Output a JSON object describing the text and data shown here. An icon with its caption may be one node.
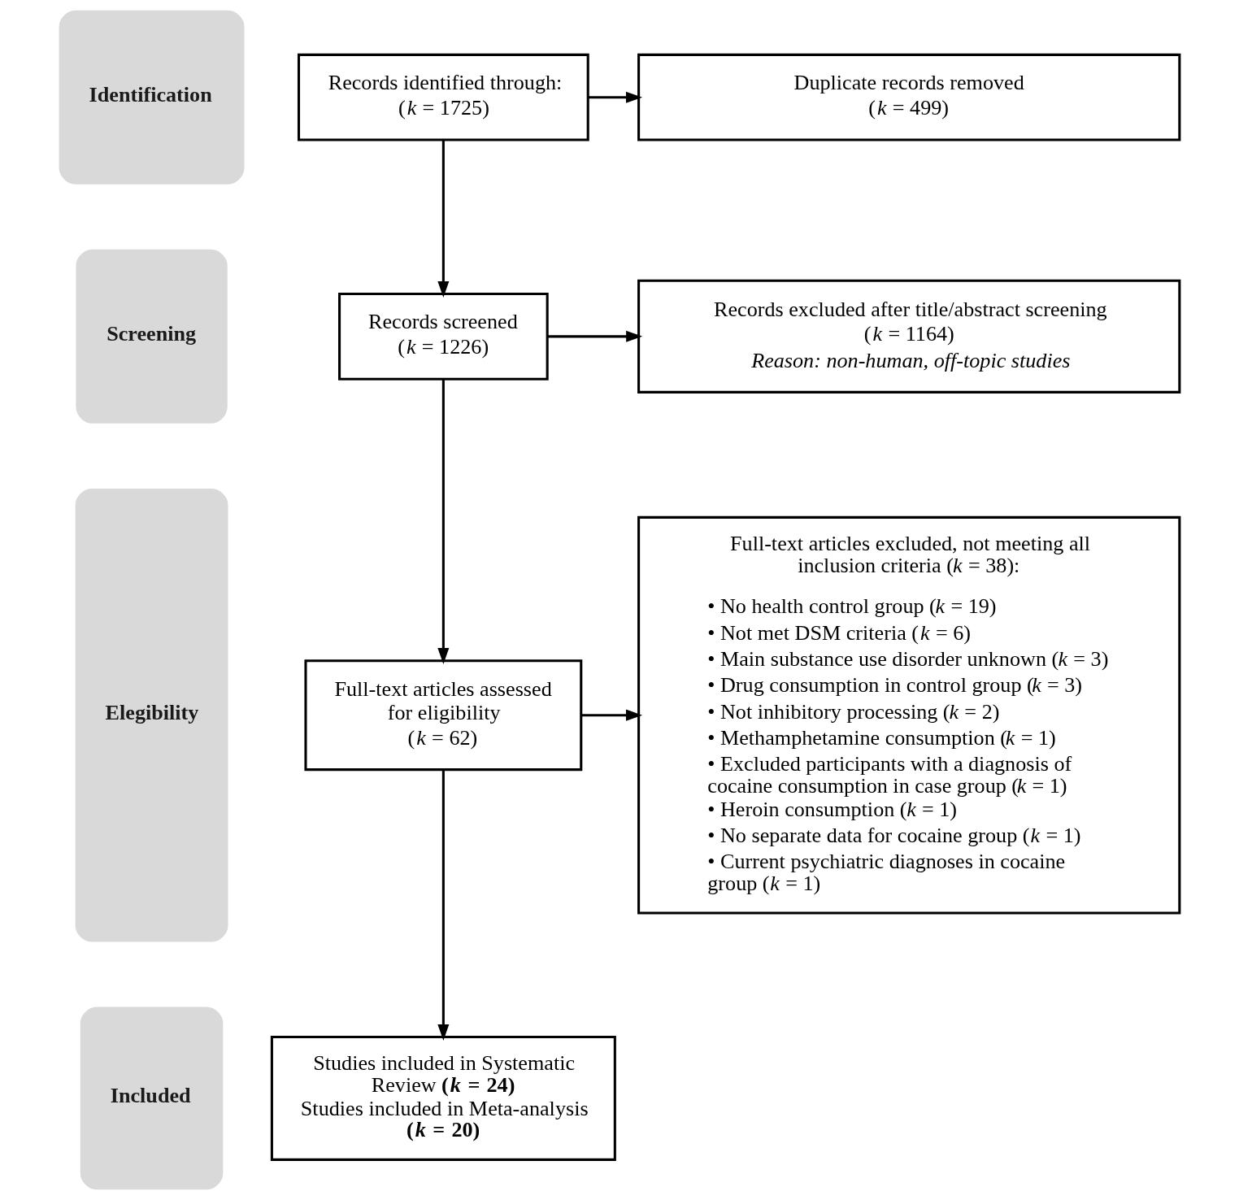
{
  "diagram": {
    "nodes": [
      {
        "text": [
          "Identification"
        ]
      },
      {
        "text": [
          "Records identified through:",
          "(*k* = 1725)"
        ]
      },
      {
        "text": [
          "Duplicate records removed",
          "(*k* = 499)"
        ]
      },
      {
        "text": [
          "Screening"
        ]
      },
      {
        "text": [
          "Records screened",
          "(*k* = 1226)"
        ]
      },
      {
        "text": [
          "Records excluded after title/abstract screening",
          "(*k* = 1164)",
          "Reason: non-human, off-topic studies"
        ]
      },
      {
        "text": [
          "Elegibility"
        ]
      },
      {
        "text": [
          "Full-text articles assessed for eligibility",
          "(*k* = 62)"
        ]
      },
      {
        "text": [
          "Full-text articles excluded, not meeting all inclusion criteria (*k* = 38):",
          "• No health control group (*k* = 19)",
          "• Not met DSM criteria (*k* = 6)",
          "• Main substance use disorder unknown (*k* = 3)",
          "• Drug consumption in control group (*k* = 3)",
          "• Not inhibitory processing (*k* = 2)",
          "• Methamphetamine consumption (*k* = 1)",
          "• Excluded participants with a diagnosis of cocaine consumption in case group (*k* = 1)",
          "• Heroin consumption (*k* = 1)",
          "• No separate data for cocaine group (*k* = 1)",
          "• Current psychiatric diagnoses in cocaine group (*k* = 1)"
        ]
      },
      {
        "text": [
          "Included"
        ]
      },
      {
        "text": [
          "Studies included in Systematic Review **(*k* = 24)**",
          "Studies included in Meta-analysis **(*k* = 20)**"
        ]
      }
    ],
    "edges": [
      {
        "from": 1,
        "to": 2,
        "arrow": "to"
      },
      {
        "from": 1,
        "to": 4,
        "arrow": "to"
      },
      {
        "from": 4,
        "to": 5,
        "arrow": "to"
      },
      {
        "from": 4,
        "to": 7,
        "arrow": "to"
      },
      {
        "from": 7,
        "to": 8,
        "arrow": "to"
      },
      {
        "from": 7,
        "to": 10,
        "arrow": "to"
      }
    ]
  }
}
